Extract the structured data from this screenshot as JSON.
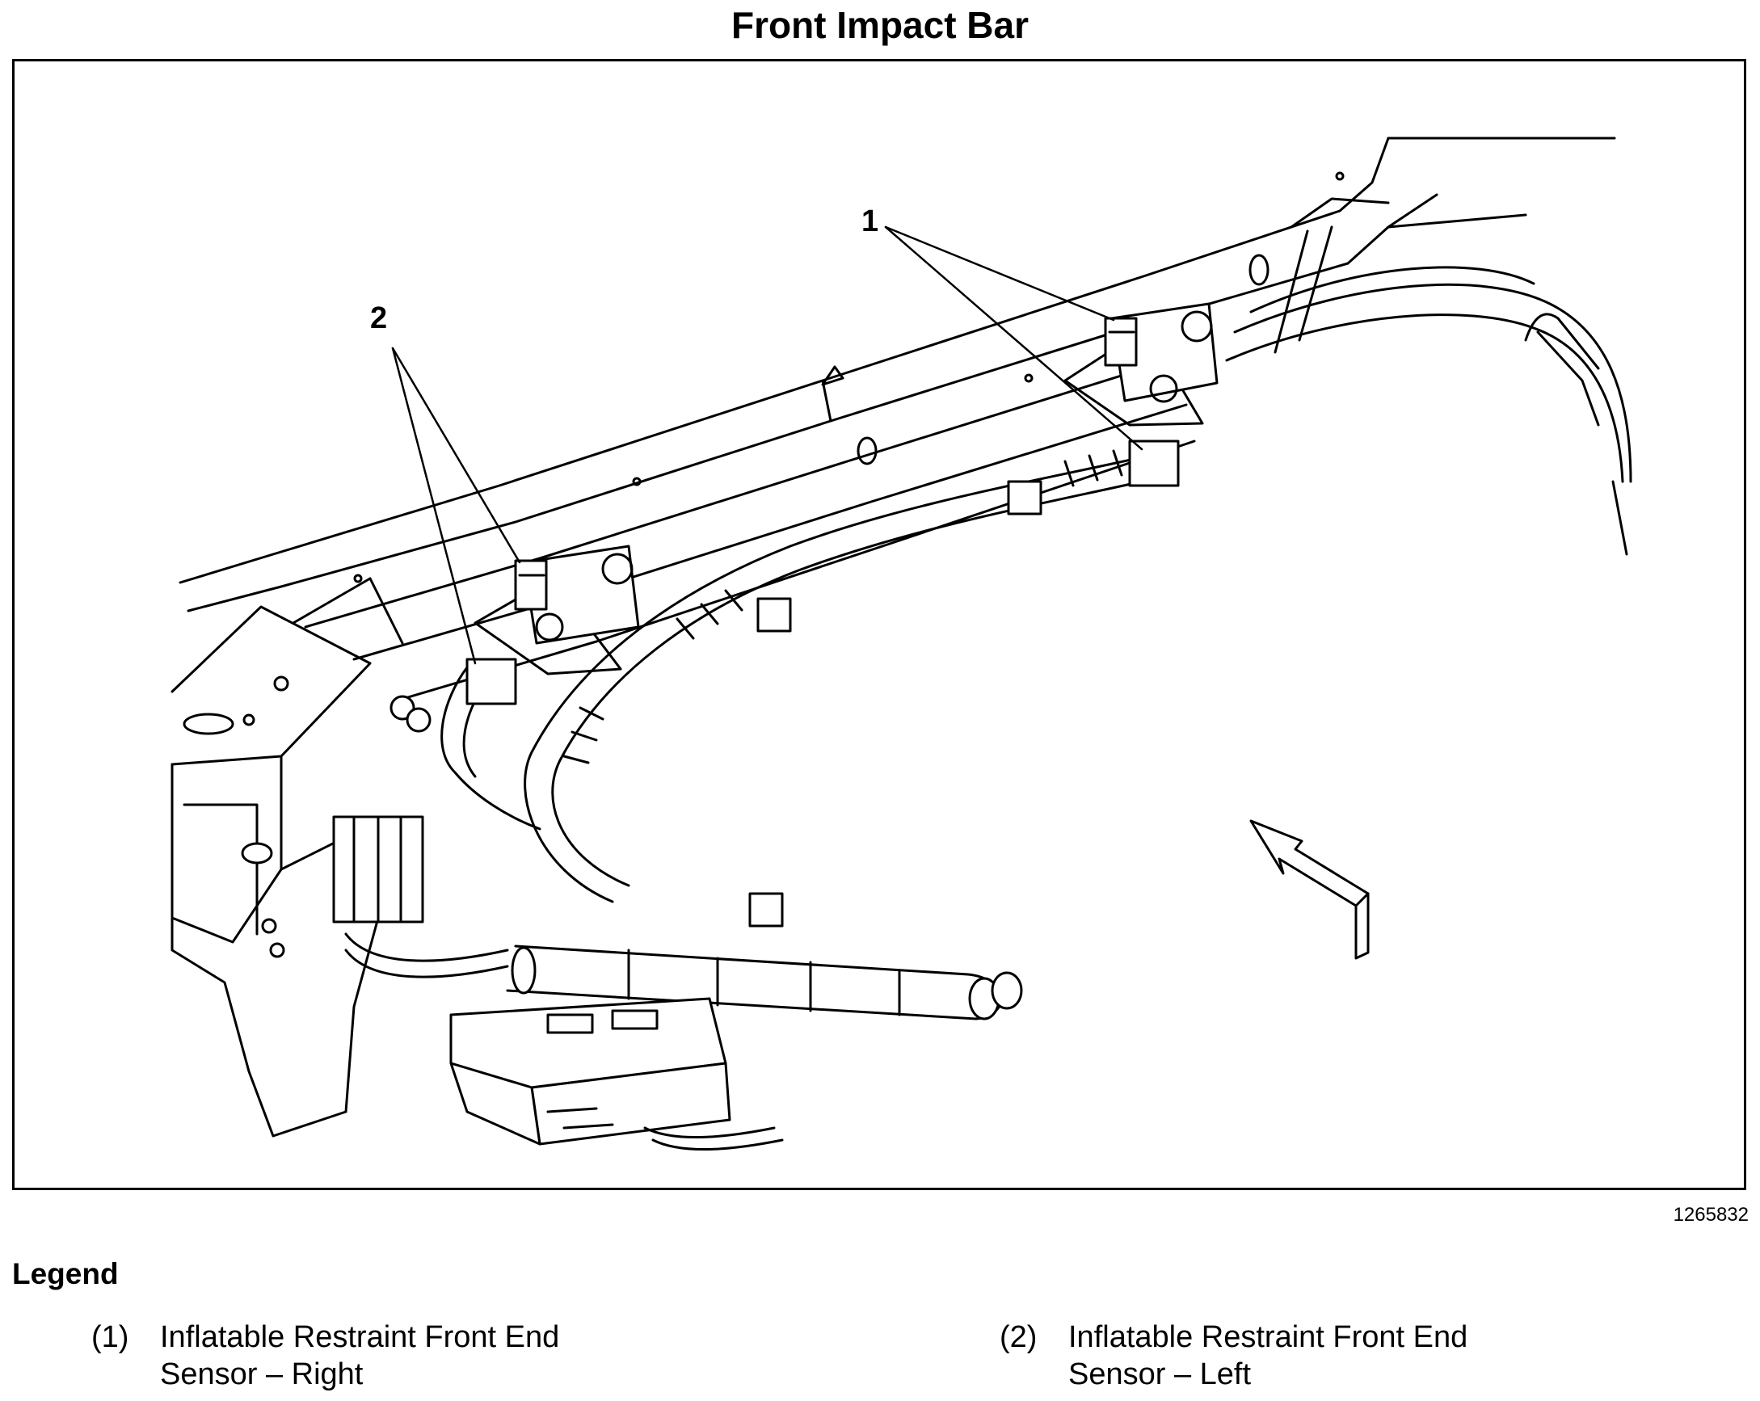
{
  "title": "Front Impact Bar",
  "figure_id": "1265832",
  "callouts": [
    "1",
    "2"
  ],
  "legend": {
    "heading": "Legend",
    "items": [
      {
        "number": "(1)",
        "line1": "Inflatable Restraint Front End",
        "line2": "Sensor – Right"
      },
      {
        "number": "(2)",
        "line1": "Inflatable Restraint Front End",
        "line2": "Sensor – Left"
      }
    ]
  }
}
